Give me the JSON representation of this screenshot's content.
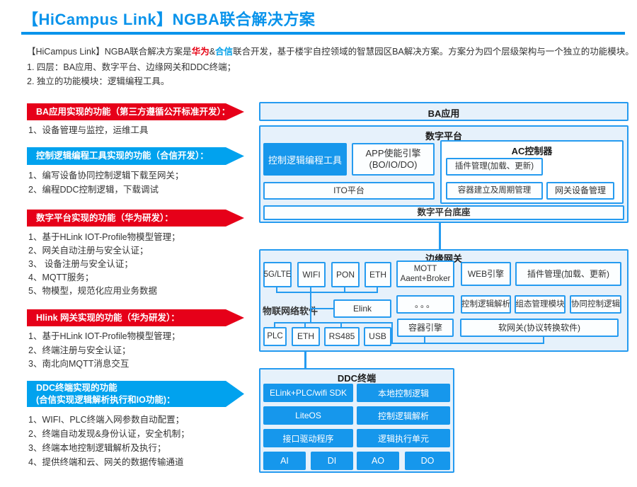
{
  "header": {
    "title": "【HiCampus Link】NGBA联合解决方案"
  },
  "intro": {
    "p_pre": "【HiCampus Link】NGBA联合解决方案是",
    "vendor_a": "华为",
    "joiner": "&",
    "vendor_b": "合信",
    "p_post": "联合开发，基于楼宇自控领域的智慧园区BA解决方案。方案分为四个层级架构与一个独立的功能模块。",
    "line1": "1. 四层：BA应用、数字平台、边缘网关和DDC终端；",
    "line2": "2. 独立的功能模块：逻辑编程工具。"
  },
  "features": [
    {
      "color": "red",
      "title": "BA应用实现的功能（第三方遵循公开标准开发）：",
      "items": [
        "1、设备管理与监控，运维工具"
      ]
    },
    {
      "color": "blue",
      "title": "控制逻辑编程工具实现的功能（合信开发）：",
      "items": [
        "1、编写设备协同控制逻辑下载至网关；",
        "2、编程DDC控制逻辑，下载调试"
      ]
    },
    {
      "color": "red",
      "title": "数字平台实现的功能（华为研发）：",
      "items": [
        "1、基于HLink IOT-Profile物模型管理；",
        "2、网关自动注册与安全认证；",
        "3、 设备注册与安全认证；",
        "4、MQTT服务；",
        "5、物模型，规范化应用业务数据"
      ]
    },
    {
      "color": "red",
      "title": "Hlink 网关实现的功能（华为研发）：",
      "items": [
        "1、基于HLink IOT-Profile物模型管理；",
        "2、终端注册与安全认证；",
        "3、南北向MQTT消息交互"
      ]
    },
    {
      "color": "blue",
      "title": "DDC终端实现的功能",
      "title2": "(合信实现逻辑解析执行和IO功能)：",
      "items": [
        "1、WIFI、PLC终端入网参数自动配置；",
        "2、终端自动发现&身份认证，安全机制；",
        "3、终端本地控制逻辑解析及执行；",
        "4、提供终端和云、网关的数据传输通道"
      ]
    }
  ],
  "diagram": {
    "ba_app": {
      "title": "BA应用"
    },
    "digital_platform": {
      "title": "数字平台",
      "logic_tool": "控制逻辑编程工具",
      "app_engine_l1": "APP使能引擎",
      "app_engine_l2": "(BO/IO/DO)",
      "ac_controller": "AC控制器",
      "plugin_mgmt": "插件管理(加载、更新)",
      "container_mgmt": "容器建立及周期管理",
      "gateway_dev_mgmt": "网关设备管理",
      "ito": "ITO平台",
      "base": "数字平台底座"
    },
    "edge_gateway": {
      "title": "边缘网关",
      "radio1": "5G/LTE",
      "radio2": "WIFI",
      "radio3": "PON",
      "radio4": "ETH",
      "mqtt_l1": "MOTT",
      "mqtt_l2": "Aaent+Broker",
      "web_engine": "WEB引擎",
      "plugin_mgmt": "插件管理(加载、更新)",
      "iot_sw_label": "物联网络软件",
      "elink": "Elink",
      "dots": "。。。",
      "logic_parse": "控制逻辑解析",
      "config_module": "组态管理模块",
      "coop_logic": "协同控制逻辑",
      "port1": "PLC",
      "port2": "ETH",
      "port3": "RS485",
      "port4": "USB",
      "container_engine": "容器引擎",
      "soft_gateway": "软网关(协议转换软件)"
    },
    "ddc": {
      "title": "DDC终端",
      "sdk": "ELink+PLC/wifi SDK",
      "local_logic": "本地控制逻辑",
      "liteos": "LiteOS",
      "logic_parse": "控制逻辑解析",
      "driver": "接口驱动程序",
      "exec_unit": "逻辑执行单元",
      "io1": "AI",
      "io2": "DI",
      "io3": "AO",
      "io4": "DO"
    }
  },
  "colors": {
    "accent_blue": "#0993EB",
    "banner_red": "#E60019",
    "banner_blue": "#01A2EE",
    "box_blue": "#1697EC",
    "border_blue": "#259BF0",
    "panel_bg": "#E6F1FB",
    "white_box_bg": "#FCFEFF",
    "text_dark": "#333333"
  }
}
